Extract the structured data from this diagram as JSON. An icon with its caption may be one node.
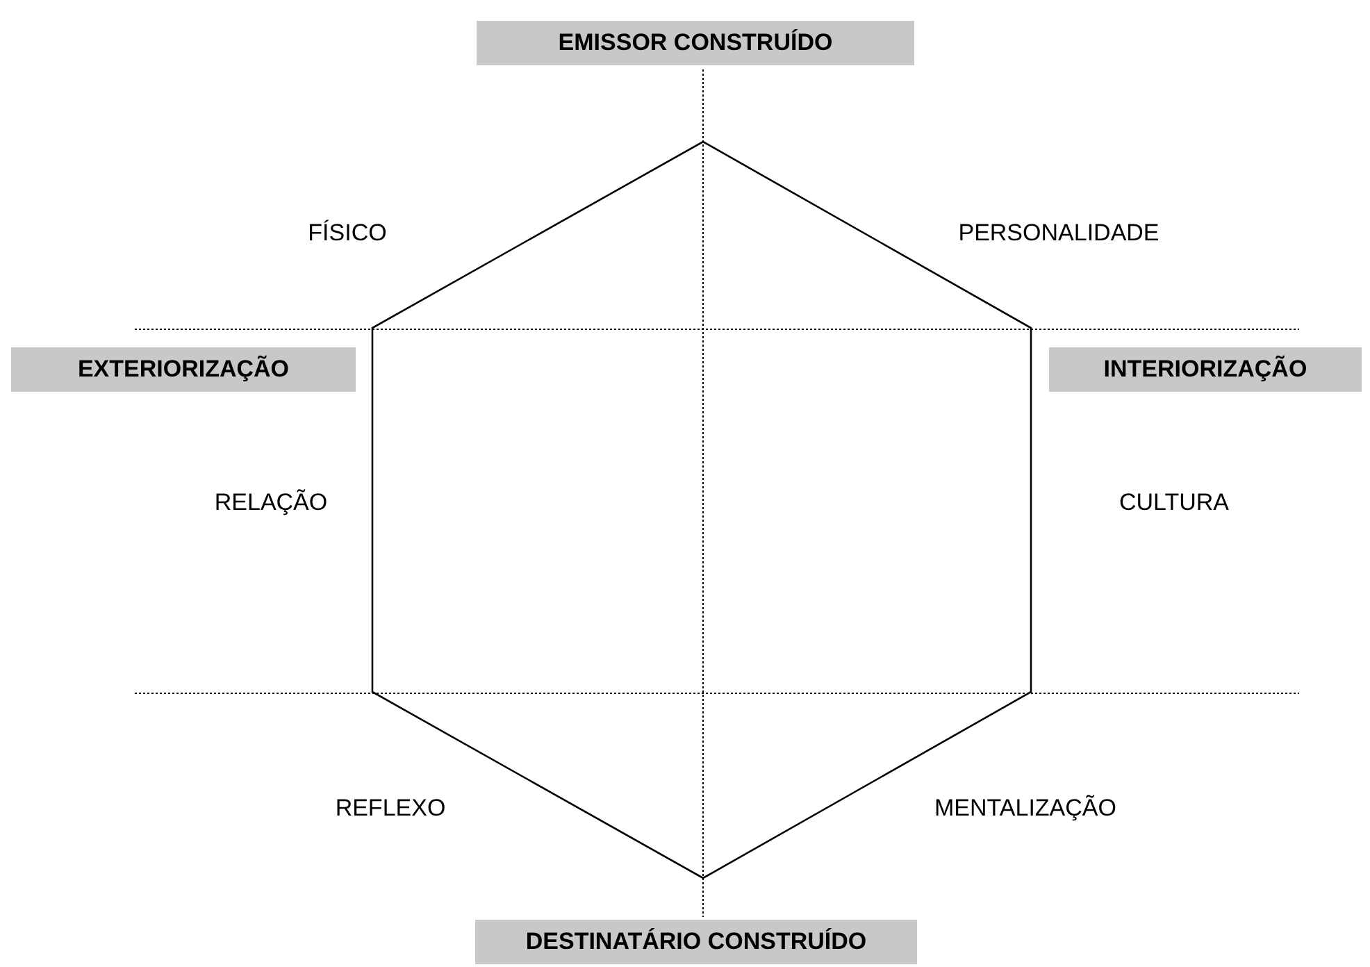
{
  "diagram": {
    "nodes": [
      {
        "text": [
          "EMISSOR CONSTRUÍDO"
        ]
      },
      {
        "text": [
          "EXTERIORIZAÇÃO"
        ]
      },
      {
        "text": [
          "INTERIORIZAÇÃO"
        ]
      },
      {
        "text": [
          "DESTINATÁRIO CONSTRUÍDO"
        ]
      }
    ],
    "labels": [
      "FÍSICO",
      "PERSONALIDADE",
      "RELAÇÃO",
      "CULTURA",
      "REFLEXO",
      "MENTALIZAÇÃO"
    ]
  }
}
